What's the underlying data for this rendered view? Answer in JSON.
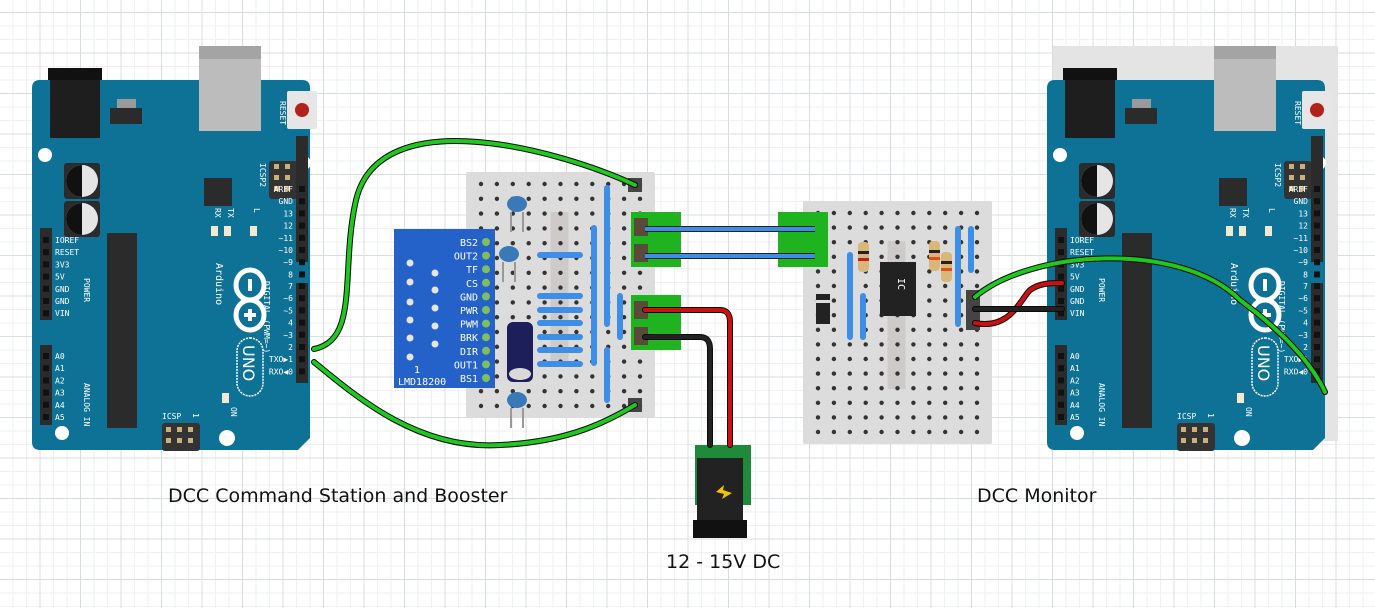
{
  "captions": {
    "command_station": "DCC Command Station and Booster",
    "monitor": "DCC Monitor",
    "power": "12 - 15V DC"
  },
  "arduino": {
    "brand": "Arduino",
    "model": "UNO",
    "reset_label": "RESET",
    "icsp2_label": "ICSP2",
    "icsp_label": "ICSP",
    "icsp_pin1": "1",
    "on_label": "ON",
    "led_labels": [
      "RX",
      "TX",
      "L"
    ],
    "digital_label": "DIGITAL (PWM=~)",
    "power_label": "POWER",
    "analog_label": "ANALOG IN",
    "digital_pins": [
      "AREF",
      "GND",
      "13",
      "12",
      "~11",
      "~10",
      "~9",
      "8",
      "7",
      "~6",
      "~5",
      "4",
      "~3",
      "2",
      "TXO▶1",
      "RXO◀0"
    ],
    "power_pins": [
      "IOREF",
      "RESET",
      "3V3",
      "5V",
      "GND",
      "GND",
      "VIN"
    ],
    "analog_pins": [
      "A0",
      "A1",
      "A2",
      "A3",
      "A4",
      "A5"
    ]
  },
  "lmd18200": {
    "name": "LMD18200",
    "pins": [
      "BS2",
      "OUT2",
      "TF",
      "CS",
      "GND",
      "PWR",
      "PWM",
      "BRK",
      "DIR",
      "OUT1",
      "BS1"
    ],
    "pin1_marker": "1"
  },
  "monitor_ic": {
    "label": "IC"
  },
  "colors": {
    "board": "#0e7196",
    "lmd_board": "#2461c9",
    "breadboard": "#dcdcdc",
    "terminal_block": "#1fb41f",
    "wire_green": "#1ec81e",
    "wire_red": "#cc1010",
    "wire_black": "#222222",
    "jumper_blue": "#3d8ee6"
  }
}
